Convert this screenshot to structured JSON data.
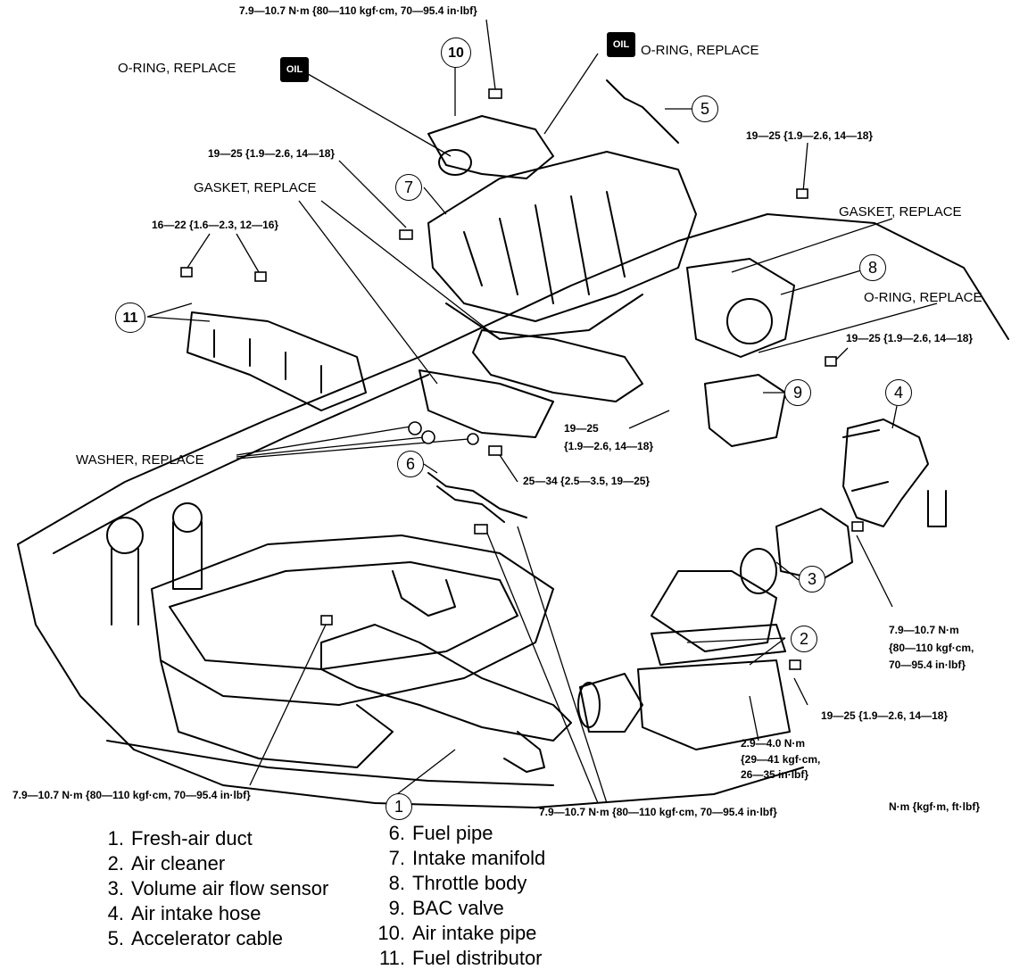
{
  "torque_specs": {
    "t_top": "7.9—10.7 N·m {80—110 kgf·cm, 70—95.4 in·lbf}",
    "t_19_25_a": "19—25 {1.9—2.6, 14—18}",
    "t_16_22": "16—22 {1.6—2.3, 12—16}",
    "t_19_25_b": "19—25 {1.9—2.6, 14—18}",
    "t_19_25_c": "19—25 {1.9—2.6, 14—18}",
    "t_19_25_d1": "19—25",
    "t_19_25_d2": "{1.9—2.6, 14—18}",
    "t_25_34": "25—34 {2.5—3.5, 19—25}",
    "t_right_1": "7.9—10.7 N·m",
    "t_right_2": "{80—110 kgf·cm,",
    "t_right_3": "70—95.4 in·lbf}",
    "t_19_25_e": "19—25 {1.9—2.6, 14—18}",
    "t_29_1": "2.9—4.0 N·m",
    "t_29_2": "{29—41 kgf·cm,",
    "t_29_3": "26—35 in·lbf}",
    "t_bottom_left": "7.9—10.7 N·m {80—110 kgf·cm, 70—95.4 in·lbf}",
    "t_bottom_mid": "7.9—10.7 N·m {80—110 kgf·cm, 70—95.4 in·lbf}"
  },
  "notes": {
    "oring_left": "O-RING, REPLACE",
    "oring_top": "O-RING, REPLACE",
    "oring_right": "O-RING, REPLACE",
    "gasket_left": "GASKET, REPLACE",
    "gasket_right": "GASKET, REPLACE",
    "washer": "WASHER, REPLACE"
  },
  "oil_badge": "OIL",
  "units": "N·m {kgf·m, ft·lbf}",
  "callouts": [
    "1",
    "2",
    "3",
    "4",
    "5",
    "6",
    "7",
    "8",
    "9",
    "10",
    "11"
  ],
  "legend_left": [
    {
      "num": "1.",
      "label": "Fresh-air duct"
    },
    {
      "num": "2.",
      "label": "Air cleaner"
    },
    {
      "num": "3.",
      "label": "Volume air flow sensor"
    },
    {
      "num": "4.",
      "label": "Air intake hose"
    },
    {
      "num": "5.",
      "label": "Accelerator cable"
    }
  ],
  "legend_right": [
    {
      "num": "6.",
      "label": "Fuel pipe"
    },
    {
      "num": "7.",
      "label": "Intake manifold"
    },
    {
      "num": "8.",
      "label": "Throttle body"
    },
    {
      "num": "9.",
      "label": "BAC valve"
    },
    {
      "num": "10.",
      "label": "Air intake pipe"
    },
    {
      "num": "11.",
      "label": "Fuel distributor"
    }
  ]
}
